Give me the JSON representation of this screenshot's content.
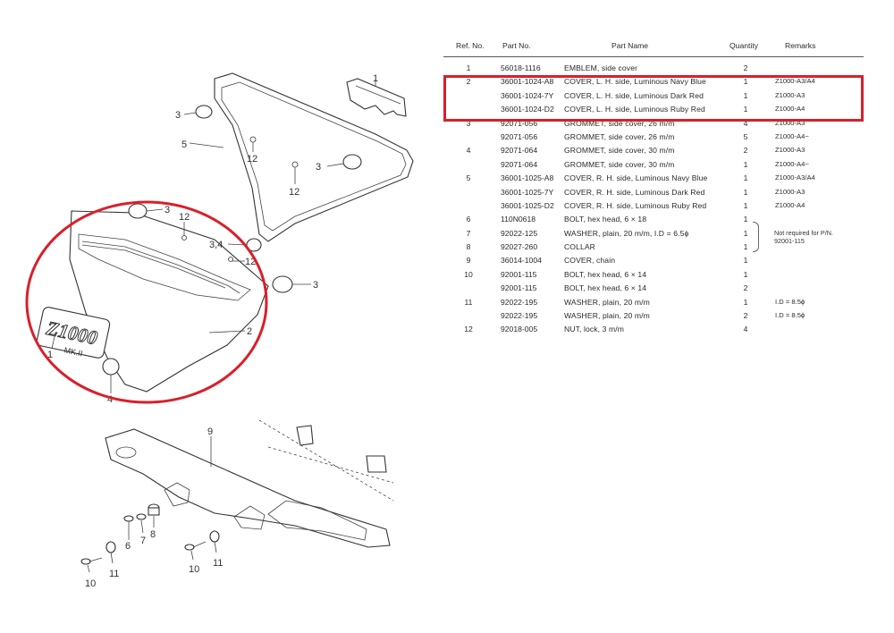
{
  "table": {
    "headers": {
      "ref": "Ref. No.",
      "part": "Part No.",
      "name": "Part Name",
      "qty": "Quantity",
      "remarks": "Remarks"
    },
    "rows": [
      {
        "ref": "1",
        "part": "56018-1116",
        "name": "EMBLEM, side cover",
        "qty": "2",
        "remarks": ""
      },
      {
        "ref": "2",
        "part": "36001-1024-A8",
        "name": "COVER, L. H. side, Luminous Navy Blue",
        "qty": "1",
        "remarks": "Z1000-A3/A4"
      },
      {
        "ref": "",
        "part": "36001-1024-7Y",
        "name": "COVER, L. H. side, Luminous Dark Red",
        "qty": "1",
        "remarks": "Z1000-A3"
      },
      {
        "ref": "",
        "part": "36001-1024-D2",
        "name": "COVER, L. H. side, Luminous Ruby Red",
        "qty": "1",
        "remarks": "Z1000-A4"
      },
      {
        "ref": "3",
        "part": "92071-056",
        "name": "GROMMET, side cover, 26 m/m",
        "qty": "4",
        "remarks": "Z1000-A3"
      },
      {
        "ref": "",
        "part": "92071-056",
        "name": "GROMMET, side cover, 26 m/m",
        "qty": "5",
        "remarks": "Z1000-A4~"
      },
      {
        "ref": "4",
        "part": "92071-064",
        "name": "GROMMET, side cover, 30 m/m",
        "qty": "2",
        "remarks": "Z1000-A3"
      },
      {
        "ref": "",
        "part": "92071-064",
        "name": "GROMMET, side cover, 30 m/m",
        "qty": "1",
        "remarks": "Z1000-A4~"
      },
      {
        "ref": "5",
        "part": "36001-1025-A8",
        "name": "COVER, R. H. side, Luminous Navy Blue",
        "qty": "1",
        "remarks": "Z1000-A3/A4"
      },
      {
        "ref": "",
        "part": "36001-1025-7Y",
        "name": "COVER, R. H. side, Luminous Dark Red",
        "qty": "1",
        "remarks": "Z1000-A3"
      },
      {
        "ref": "",
        "part": "36001-1025-D2",
        "name": "COVER, R. H. side, Luminous Ruby Red",
        "qty": "1",
        "remarks": "Z1000-A4"
      },
      {
        "ref": "6",
        "part": "110N0618",
        "name": "BOLT, hex head, 6 × 18",
        "qty": "1",
        "remarks": ""
      },
      {
        "ref": "7",
        "part": "92022-125",
        "name": "WASHER, plain, 20 m/m, I.D = 6.5ϕ",
        "qty": "1",
        "remarks": ""
      },
      {
        "ref": "8",
        "part": "92027-260",
        "name": "COLLAR",
        "qty": "1",
        "remarks": ""
      },
      {
        "ref": "9",
        "part": "36014-1004",
        "name": "COVER, chain",
        "qty": "1",
        "remarks": ""
      },
      {
        "ref": "10",
        "part": "92001-115",
        "name": "BOLT, hex head, 6 × 14",
        "qty": "1",
        "remarks": ""
      },
      {
        "ref": "",
        "part": "92001-115",
        "name": "BOLT, hex head, 6 × 14",
        "qty": "2",
        "remarks": ""
      },
      {
        "ref": "11",
        "part": "92022-195",
        "name": "WASHER, plain, 20 m/m",
        "qty": "1",
        "remarks": "I.D = 8.5ϕ"
      },
      {
        "ref": "",
        "part": "92022-195",
        "name": "WASHER, plain, 20 m/m",
        "qty": "2",
        "remarks": "I.D = 8.5ϕ"
      },
      {
        "ref": "12",
        "part": "92018-005",
        "name": "NUT, lock, 3 m/m",
        "qty": "4",
        "remarks": ""
      }
    ],
    "note": "Not required for P/N. 92001-115"
  },
  "diagram": {
    "emblem_text": "Z1000",
    "emblem_sub": "MK.II",
    "callouts": {
      "c1_top": "1",
      "c3_a": "3",
      "c5": "5",
      "c12_a": "12",
      "c12_b": "12",
      "c3_b": "3",
      "c3_c": "3",
      "c12_c": "12",
      "c34": "3,4",
      "c12_d": "12",
      "c3_d": "3",
      "c2": "2",
      "c1_left": "1",
      "c4": "4",
      "c9": "9",
      "c6": "6",
      "c7": "7",
      "c8": "8",
      "c10_a": "10",
      "c11_a": "11",
      "c10_b": "10",
      "c11_b": "11"
    }
  },
  "colors": {
    "highlight": "#d8202a",
    "ink": "#2a2a2a"
  }
}
